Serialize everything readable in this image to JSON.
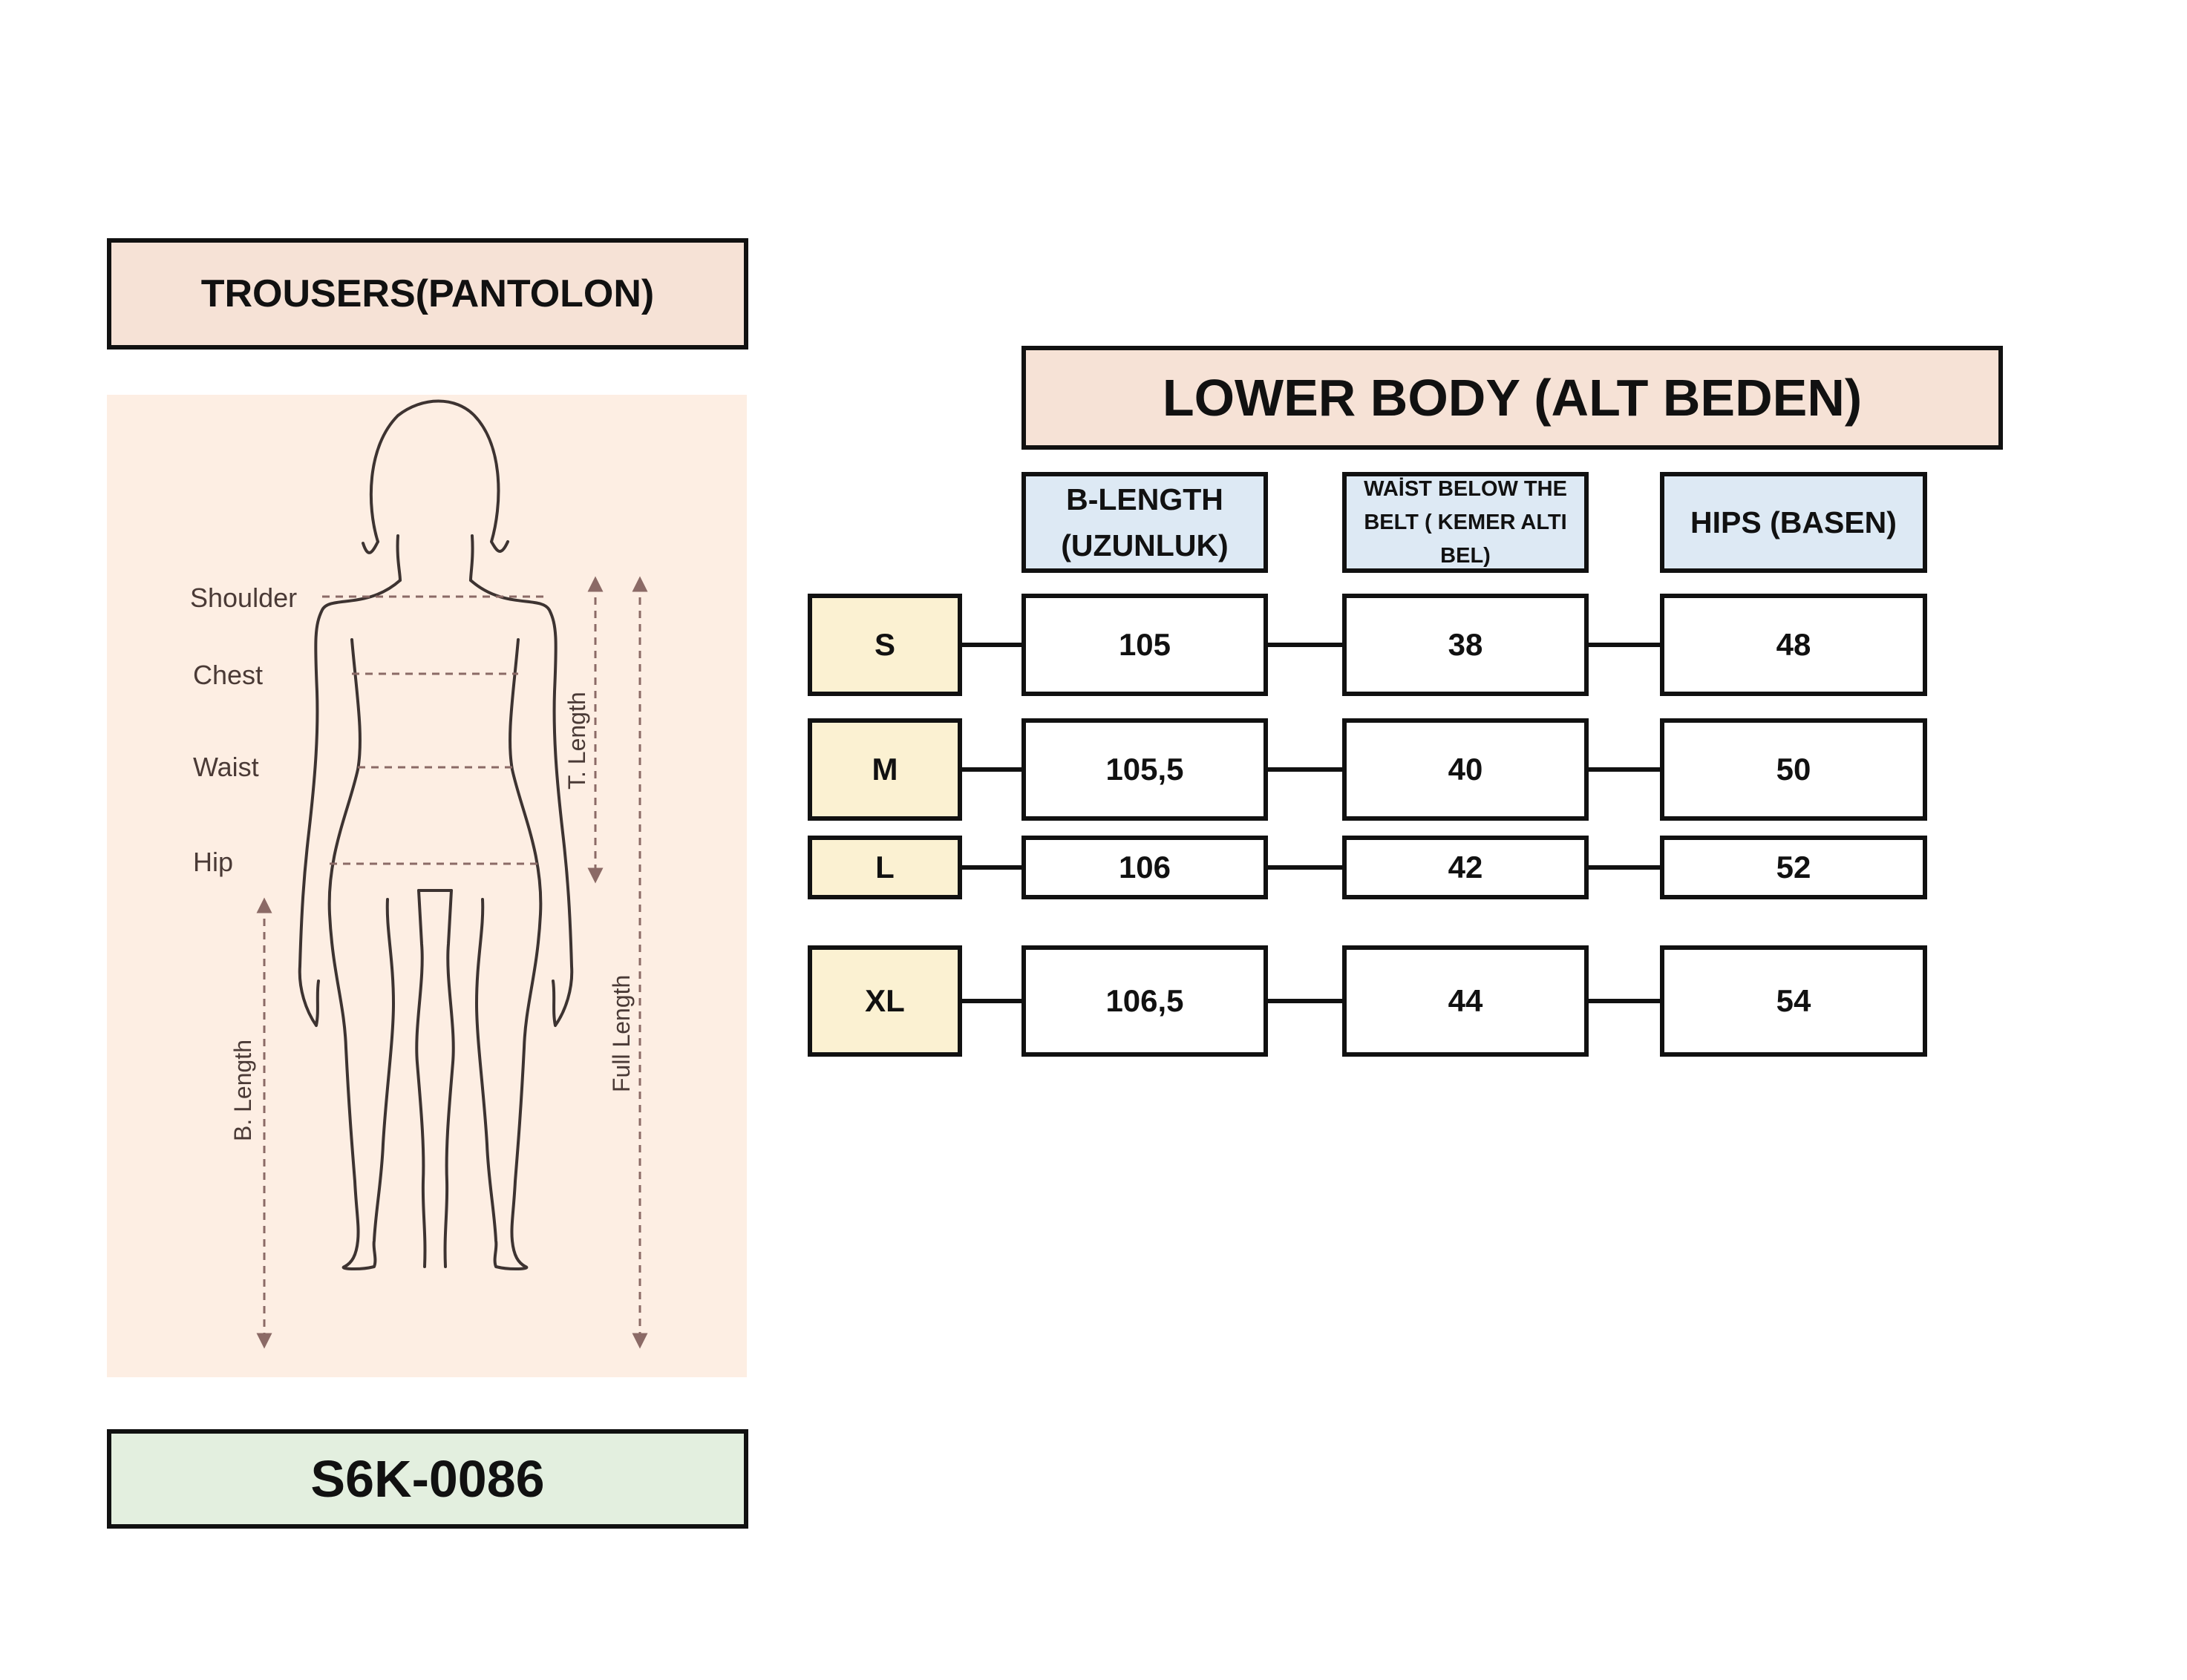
{
  "left_panel": {
    "title": "TROUSERS(PANTOLON)",
    "product_code": "S6K-0086",
    "figure": {
      "labels": {
        "shoulder": "Shoulder",
        "chest": "Chest",
        "waist": "Waist",
        "hip": "Hip",
        "t_length": "T. Length",
        "full_length": "Full Length",
        "b_length": "B. Length"
      }
    }
  },
  "size_table": {
    "title": "LOWER BODY (ALT BEDEN)",
    "columns": [
      {
        "label": "B-LENGTH (UZUNLUK)"
      },
      {
        "label": "WAİST BELOW THE BELT  ( KEMER ALTI BEL)"
      },
      {
        "label": "HIPS (BASEN)"
      }
    ],
    "rows": [
      {
        "size": "S",
        "values": [
          "105",
          "38",
          "48"
        ]
      },
      {
        "size": "M",
        "values": [
          "105,5",
          "40",
          "50"
        ]
      },
      {
        "size": "L",
        "values": [
          "106",
          "42",
          "52"
        ]
      },
      {
        "size": "XL",
        "values": [
          "106,5",
          "44",
          "54"
        ]
      }
    ]
  },
  "colors": {
    "title_fill": "#f6e2d6",
    "header_fill": "#dde9f4",
    "size_fill": "#fbf1d2",
    "code_fill": "#e3efdf",
    "figure_background": "#fdeee3",
    "figure_guides": "#8b6a66"
  }
}
